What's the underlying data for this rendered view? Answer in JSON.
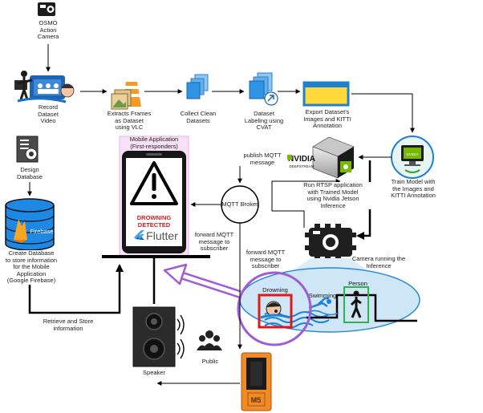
{
  "labels": {
    "camera": "OSMO\nAction\nCamera",
    "record": "Record\nDataset\nVideo",
    "extract": "Extracts Frames\nas Dataset\nusing VLC",
    "collect": "Collect Clean\nDatasets",
    "labeling": "Dataset\nLabeling using\nCVAT",
    "export": "Export Dataset's\nImages and KITTI\nAnnotation",
    "train": "Train Model with\nthe Images and\nKITTI Annotation",
    "design_db": "Design\nDatabase",
    "create_db": "Create Database\nto store information\nfor the Mobile\nApplication\n(Google Firebase)",
    "mobile_app": "Mobile Application\n(First-responders)",
    "publish": "publish MQTT\nmessage",
    "run_rtsp": "Run RTSP application\nwith Trained Model\nusing Nvidia Jetson\nInference",
    "broker": "MQTT Broker",
    "forward1": "forward MQTT\nmessage to\nsubscriber",
    "forward2": "forward MQTT\nmessage to\nsubscriber",
    "camera_inference": "Camera running the\nInference",
    "retrieve": "Retrieve and Store\ninformation",
    "speaker": "Speaker",
    "public": "Public"
  },
  "phone": {
    "alert_line1": "DROWNING",
    "alert_line2": "DETECTED",
    "brand": "Flutter"
  },
  "firebase_text": "Firebase",
  "nvidia": {
    "brand": "NVIDIA",
    "sub": "DEEPSTREAM",
    "train_badge": "NVIDIA"
  },
  "detections": {
    "drowning": "Drowning",
    "swimming": "Swimming",
    "person": "Person"
  },
  "m5_label": "M5",
  "colors": {
    "alert_red": "#d62020",
    "nvidia_green": "#76b900",
    "flutter_blue": "#44a8e8",
    "firebase_orange": "#f5a623",
    "purple_highlight": "#a05bd6",
    "m5_orange": "#f08a24",
    "pool_blue": "#cfe6f7",
    "detect_red": "#e01818",
    "detect_green": "#2db34a",
    "label_box_yellow": "#ffd83a"
  }
}
